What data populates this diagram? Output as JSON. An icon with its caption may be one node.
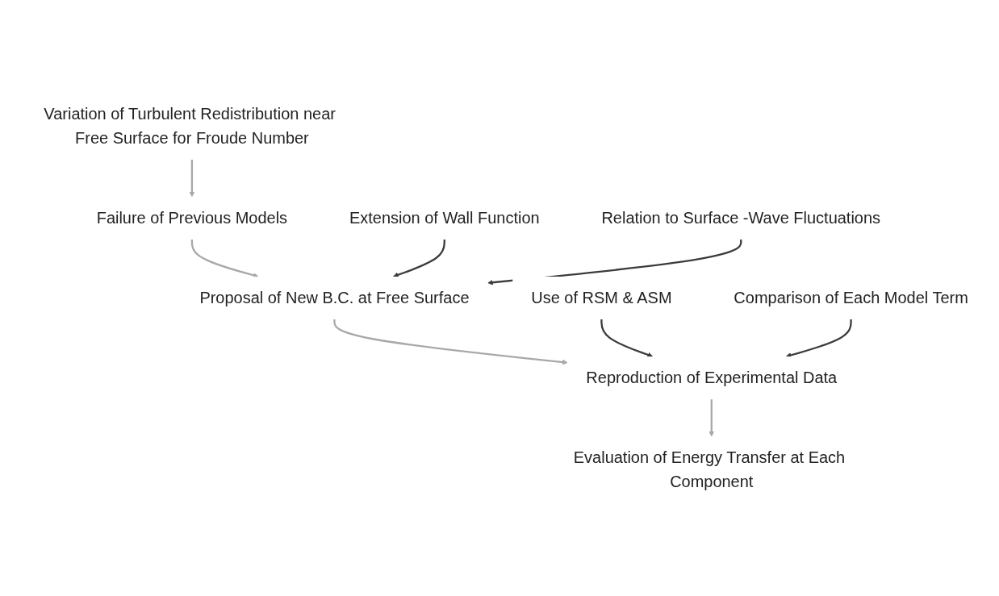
{
  "diagram": {
    "nodes": [
      {
        "text": [
          "Variation of Turbulent Redistribution near Free Surface for Froude Number"
        ]
      },
      {
        "text": [
          "Failure of Previous Models"
        ]
      },
      {
        "text": [
          "Extension of Wall Function"
        ]
      },
      {
        "text": [
          "Relation to Surface -Wave Fluctuations"
        ]
      },
      {
        "text": [
          "Proposal of New B.C. at Free Surface"
        ]
      },
      {
        "text": [
          "Use of RSM & ASM"
        ]
      },
      {
        "text": [
          "Comparison of Each Model Term"
        ]
      },
      {
        "text": [
          "Reproduction of Experimental Data"
        ]
      },
      {
        "text": [
          "Evaluation of Energy Transfer at Each Component"
        ]
      }
    ],
    "edges": [
      {
        "from": 0,
        "to": 1,
        "arrow": "to"
      },
      {
        "from": 1,
        "to": 4,
        "arrow": "to"
      },
      {
        "from": 2,
        "to": 4,
        "arrow": "to",
        "color": "#3c3c3c"
      },
      {
        "from": 3,
        "to": 4,
        "arrow": "to",
        "color": "#3c3c3c"
      },
      {
        "from": 4,
        "to": 7,
        "arrow": "to"
      },
      {
        "from": 5,
        "to": 7,
        "arrow": "to",
        "color": "#3c3c3c"
      },
      {
        "from": 6,
        "to": 7,
        "arrow": "to",
        "color": "#3c3c3c"
      },
      {
        "from": 7,
        "to": 8,
        "arrow": "to"
      }
    ]
  }
}
